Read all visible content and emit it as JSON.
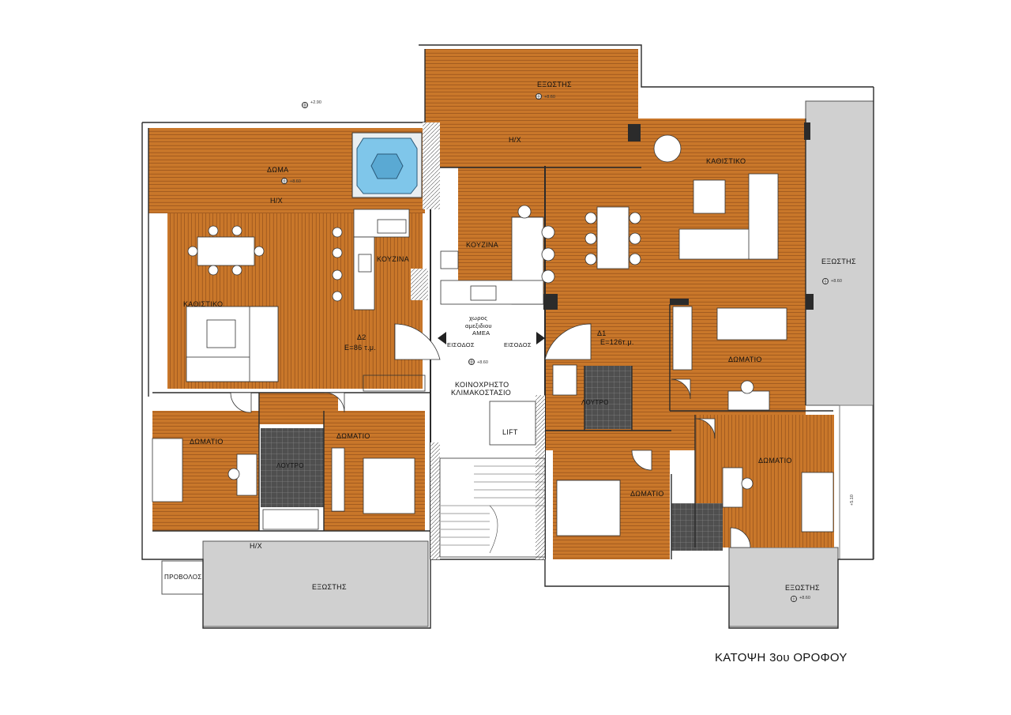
{
  "drawing": {
    "title": "ΚΑΤΟΨΗ 3ου ΟΡΟΦΟΥ",
    "colors": {
      "wood": "#c9772a",
      "wood_line": "#8a4a18",
      "wall": "#2b2b2b",
      "tile": "#4f4f4f",
      "terrace": "#d0d0d0",
      "pool": "#7fc6ea",
      "paper": "#ffffff"
    }
  },
  "rooms": {
    "doma": "ΔΩΜΑ",
    "ac_doma": "Η/Χ",
    "terrace_top": "ΕΞΩΣΤΗΣ",
    "ac_top": "Η/Χ",
    "living_right": "ΚΑΘΙΣΤΙΚΟ",
    "terrace_right": "ΕΞΩΣΤΗΣ",
    "kitchen_left": "ΚΟΥΖΙΝΑ",
    "kitchen_center": "ΚΟΥΖΙΝΑ",
    "living_left": "ΚΑΘΙΣΤΙΚΟ",
    "amea_line1": "χωρος",
    "amea_line2": "αμεξιδιου",
    "amea_line3": "ΑΜΕΑ",
    "entrance_left": "ΕΙΣΟΔΟΣ",
    "entrance_right": "ΕΙΣΟΔΟΣ",
    "d2_name": "Δ2",
    "d2_area": "Ε=86 τ.μ.",
    "d1_name": "Δ1",
    "d1_area": "Ε=126τ.μ.",
    "stair_line1": "ΚΟΙΝΟΧΡΗΣΤΟ",
    "stair_line2": "ΚΛΙΜΑΚΟΣΤΑΣΙΟ",
    "lift": "LIFT",
    "bedroom_right_top": "ΔΩΜΑΤΙΟ",
    "bath_center": "ΛΟΥΤΡΟ",
    "bedroom_left": "ΔΩΜΑΤΙΟ",
    "bath_left": "ΛΟΥΤΡΟ",
    "bedroom_mid_left": "ΔΩΜΑΤΙΟ",
    "bedroom_center": "ΔΩΜΑΤΙΟ",
    "bedroom_right_bottom": "ΔΩΜΑΤΙΟ",
    "provolos": "ΠΡΟΒΟΛΟΣ",
    "terrace_bottom_left": "ΕΞΩΣΤΗΣ",
    "ac_bottom": "Η/Χ",
    "terrace_bottom_right": "ΕΞΩΣΤΗΣ"
  },
  "levels": {
    "roof": "+2.90",
    "doma": "+8.60",
    "terrace_top": "+8.60",
    "terrace_right": "+8.60",
    "landing": "+8.60",
    "terrace_bottom_right": "+8.60",
    "side": "+5.10"
  }
}
